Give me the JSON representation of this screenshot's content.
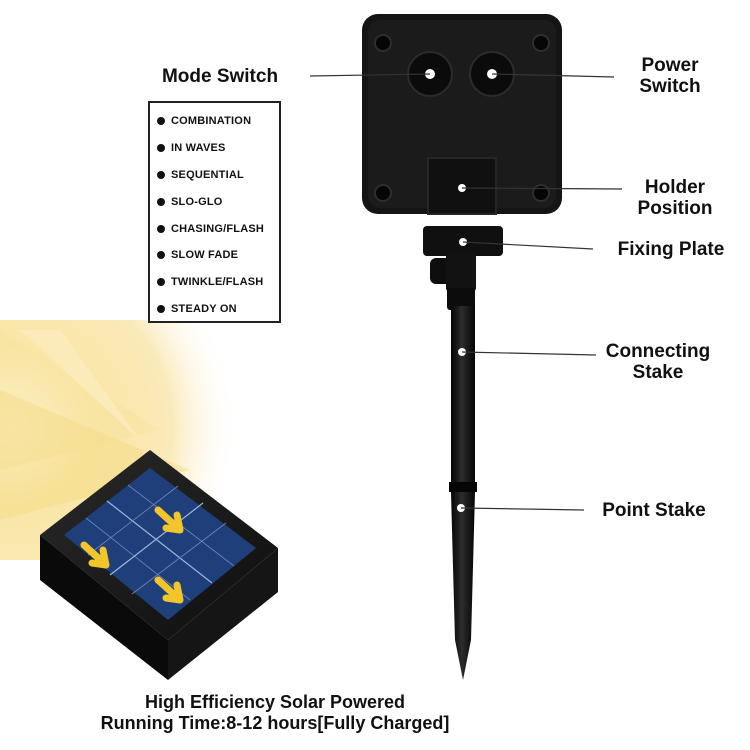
{
  "callouts": {
    "mode_switch": "Mode Switch",
    "power_switch": [
      "Power",
      "Switch"
    ],
    "holder_position": [
      "Holder",
      "Position"
    ],
    "fixing_plate": "Fixing Plate",
    "connecting_stake": [
      "Connecting",
      "Stake"
    ],
    "point_stake": "Point Stake"
  },
  "modes": [
    "COMBINATION",
    "IN WAVES",
    "SEQUENTIAL",
    "SLO-GLO",
    "CHASING/FLASH",
    "SLOW FADE",
    "TWINKLE/FLASH",
    "STEADY ON"
  ],
  "footer": {
    "line1": "High Efficiency Solar Powered",
    "line2": "Running Time:8-12 hours[Fully Charged]"
  },
  "colors": {
    "device": "#141414",
    "sunlight": "#f7d774",
    "arrow": "#f2c62b",
    "panel_cell": "#1f3f7a"
  }
}
